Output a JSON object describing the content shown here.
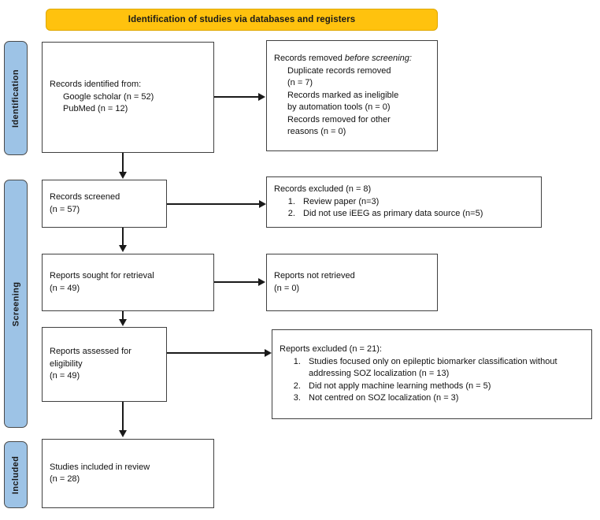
{
  "banner": {
    "title": "Identification of studies via databases and registers"
  },
  "stages": [
    {
      "id": "identification",
      "label": "Identification"
    },
    {
      "id": "screening",
      "label": "Screening"
    },
    {
      "id": "included",
      "label": "Included"
    }
  ],
  "boxes": {
    "identified": {
      "line1": "Records identified from:",
      "line2": "Google scholar (n = 52)",
      "line3": "PubMed (n = 12)"
    },
    "removed": {
      "lead_a": "Records removed ",
      "lead_b": "before screening",
      "lead_c": ":",
      "line1": "Duplicate records removed",
      "line2": "(n = 7)",
      "line3": "Records marked as ineligible",
      "line4": "by automation tools (n = 0)",
      "line5": "Records removed for other",
      "line6": "reasons (n = 0)"
    },
    "screened": {
      "line1": "Records screened",
      "line2": "(n = 57)"
    },
    "excluded_screening": {
      "heading": "Records excluded (n = 8)",
      "items": [
        "Review paper (n=3)",
        "Did not use iEEG as primary data source (n=5)"
      ]
    },
    "sought": {
      "line1": "Reports sought for retrieval",
      "line2": "(n = 49)"
    },
    "not_retrieved": {
      "line1": "Reports not retrieved",
      "line2": "(n = 0)"
    },
    "assessed": {
      "line1": "Reports assessed for eligibility",
      "line2": "(n = 49)"
    },
    "excluded_eligibility": {
      "heading": "Reports excluded (n = 21):",
      "items": [
        "Studies focused only on epileptic biomarker classification without addressing SOZ localization (n = 13)",
        "Did not apply machine learning methods (n = 5)",
        "Not centred on SOZ localization (n = 3)"
      ]
    },
    "included": {
      "line1": "Studies included in review",
      "line2": "(n = 28)"
    }
  },
  "colors": {
    "banner_fill": "#FFC20E",
    "stage_tab_fill": "#9DC3E6",
    "box_border": "#404040",
    "connector": "#1a1a1a"
  }
}
